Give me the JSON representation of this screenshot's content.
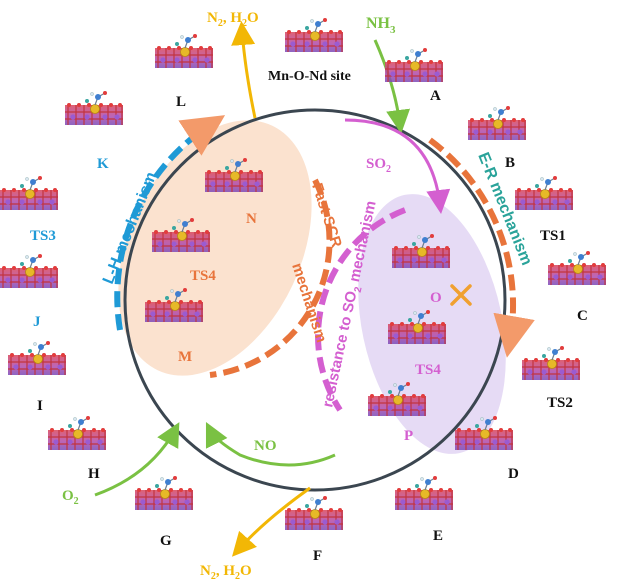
{
  "colors": {
    "circle": "#3b4650",
    "green": "#7ac143",
    "gold": "#f2b705",
    "magenta": "#d45fd0",
    "teal": "#2aa39a",
    "orange": "#e8743b",
    "blue": "#1f9ad6",
    "lh_zone": "#fbe2cf",
    "so2_zone": "#e6dbf5",
    "cross": "#f0a030"
  },
  "molecules": {
    "nh3": "NH",
    "nh3_sub": "3",
    "n2h2o_top_a": "N",
    "n2h2o_top_sub1": "2",
    "n2h2o_top_b": ", H",
    "n2h2o_top_sub2": "2",
    "n2h2o_top_c": "O",
    "n2h2o_bot_a": "N",
    "n2h2o_bot_sub1": "2",
    "n2h2o_bot_b": ", H",
    "n2h2o_bot_sub2": "2",
    "n2h2o_bot_c": "O",
    "so2": "SO",
    "so2_sub": "2",
    "no": "NO",
    "o2": "O",
    "o2_sub": "2"
  },
  "site_label": "Mn-O-Nd site",
  "states": {
    "A": "A",
    "B": "B",
    "TS1": "TS1",
    "C": "C",
    "TS2": "TS2",
    "D": "D",
    "E": "E",
    "F": "F",
    "G": "G",
    "H": "H",
    "I": "I",
    "J": "J",
    "TS3": "TS3",
    "K": "K",
    "L": "L",
    "N": "N",
    "TS4a": "TS4",
    "M": "M",
    "O": "O",
    "TS4b": "TS4",
    "P": "P"
  },
  "mechanisms": {
    "er": "E-R mechanism",
    "lh": "L-H mechanism",
    "fast_a": "Fast SCR",
    "fast_b": "mechanism",
    "so2_a": "resistance to SO",
    "so2_sub": "2",
    "so2_b": " mechanism"
  },
  "icons": {
    "slab": "catalyst-slab-icon",
    "cross": "blocked-cross-icon"
  }
}
